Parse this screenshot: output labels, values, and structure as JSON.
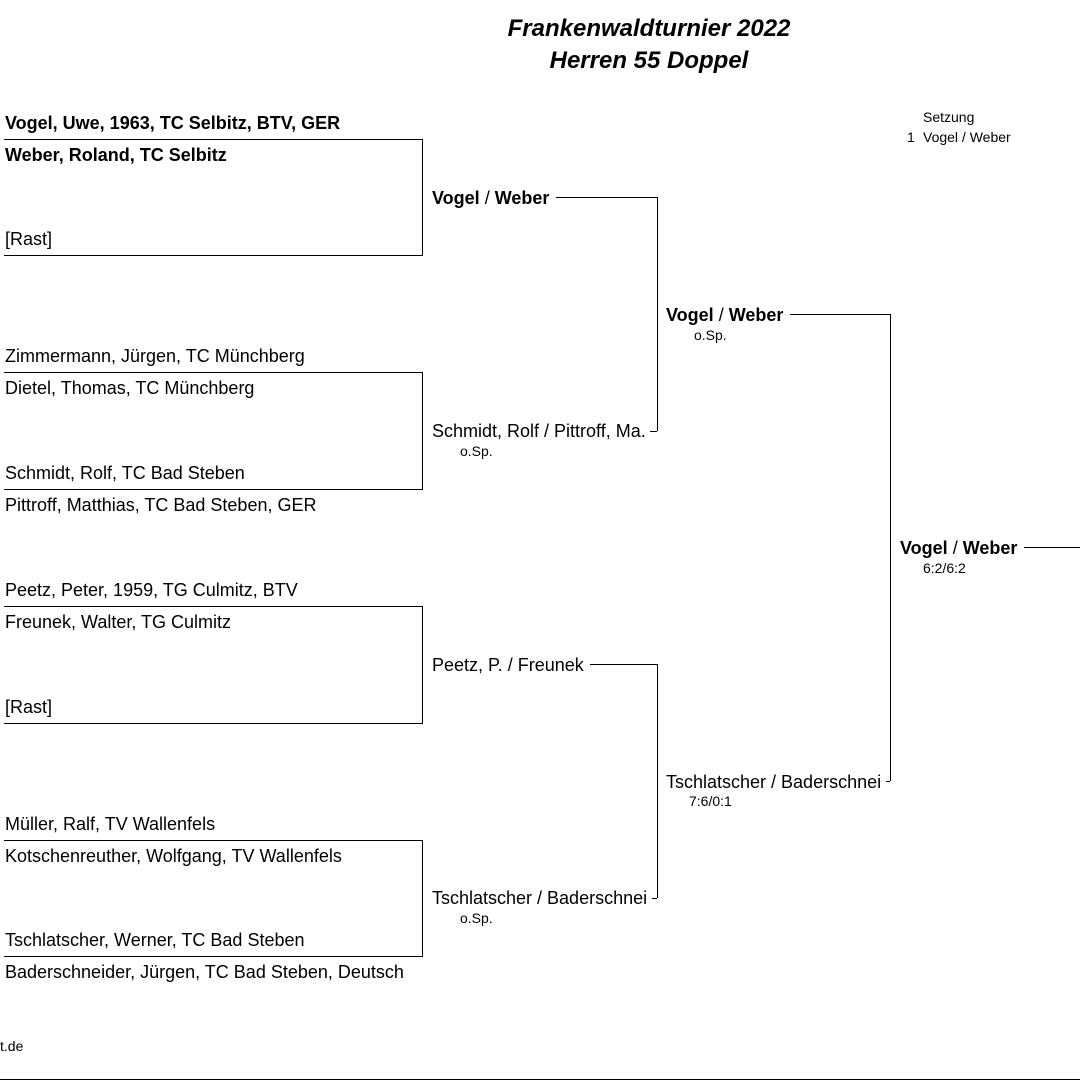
{
  "title": {
    "line1": "Frankenwaldturnier 2022",
    "line2": "Herren 55 Doppel"
  },
  "seeding": {
    "header": "Setzung",
    "entries": [
      {
        "number": "1",
        "name": "Vogel / Weber"
      }
    ]
  },
  "round1": [
    {
      "player1": "Vogel, Uwe, 1963, TC Selbitz, BTV, GER",
      "player2": "Weber, Roland, TC Selbitz",
      "player3": "[Rast]",
      "player4": ""
    },
    {
      "player1": "Zimmermann, Jürgen, TC Münchberg",
      "player2": "Dietel, Thomas, TC Münchberg",
      "player3": "Schmidt, Rolf, TC Bad Steben",
      "player4": "Pittroff, Matthias, TC Bad Steben, GER"
    },
    {
      "player1": "Peetz, Peter, 1959, TG Culmitz, BTV",
      "player2": "Freunek, Walter, TG Culmitz",
      "player3": "[Rast]",
      "player4": ""
    },
    {
      "player1": "Müller, Ralf, TV Wallenfels",
      "player2": "Kotschenreuther, Wolfgang, TV Wallenfels",
      "player3": "Tschlatscher, Werner, TC Bad Steben",
      "player4": "Baderschneider, Jürgen, TC Bad Steben, Deutsch"
    }
  ],
  "round2": [
    {
      "team_a": "Vogel",
      "sep": "/",
      "team_b": "Weber",
      "score": ""
    },
    {
      "team": "Schmidt, Rolf / Pittroff, Ma.",
      "score": "o.Sp."
    },
    {
      "team": "Peetz, P. / Freunek",
      "score": ""
    },
    {
      "team": "Tschlatscher / Baderschnei",
      "score": "o.Sp."
    }
  ],
  "round3": [
    {
      "team_a": "Vogel",
      "sep": "/",
      "team_b": "Weber",
      "score": "o.Sp."
    },
    {
      "team": "Tschlatscher / Baderschnei",
      "score": "7:6/0:1"
    }
  ],
  "final": {
    "team_a": "Vogel",
    "sep": "/",
    "team_b": "Weber",
    "score": "6:2/6:2"
  },
  "footer": {
    "text": "t.de"
  }
}
